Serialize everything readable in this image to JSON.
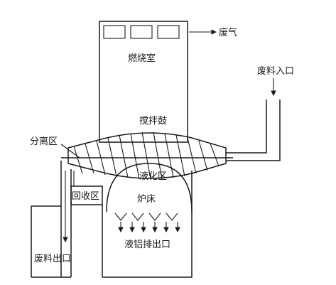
{
  "labels": {
    "exhaust": "废气",
    "combustion_chamber": "燃烧室",
    "waste_inlet": "废料入口",
    "stirring_drum": "搅拌鼓",
    "separation_zone": "分离区",
    "liquefaction_zone": "液化区",
    "recovery_zone": "回收区",
    "furnace_bed": "炉床",
    "waste_outlet": "废料出口",
    "molten_aluminum_outlet": "液铝排出口"
  }
}
